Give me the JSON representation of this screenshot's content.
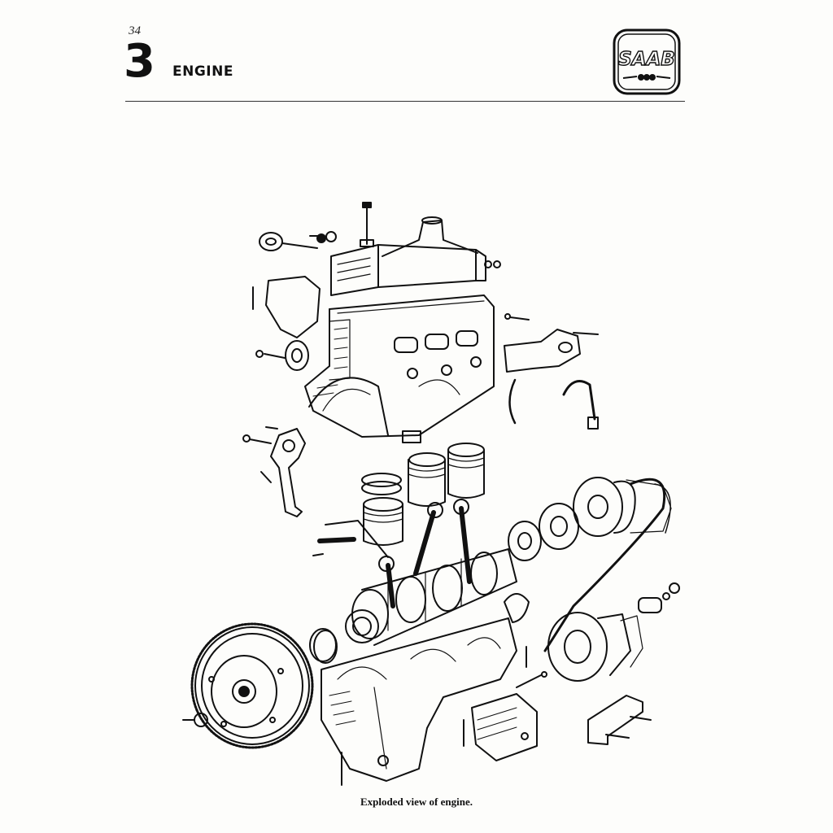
{
  "header": {
    "page_number": "34",
    "chapter_number": "3",
    "chapter_title": "ENGINE",
    "logo_text": "SAAB"
  },
  "figure": {
    "caption": "Exploded view of engine."
  }
}
